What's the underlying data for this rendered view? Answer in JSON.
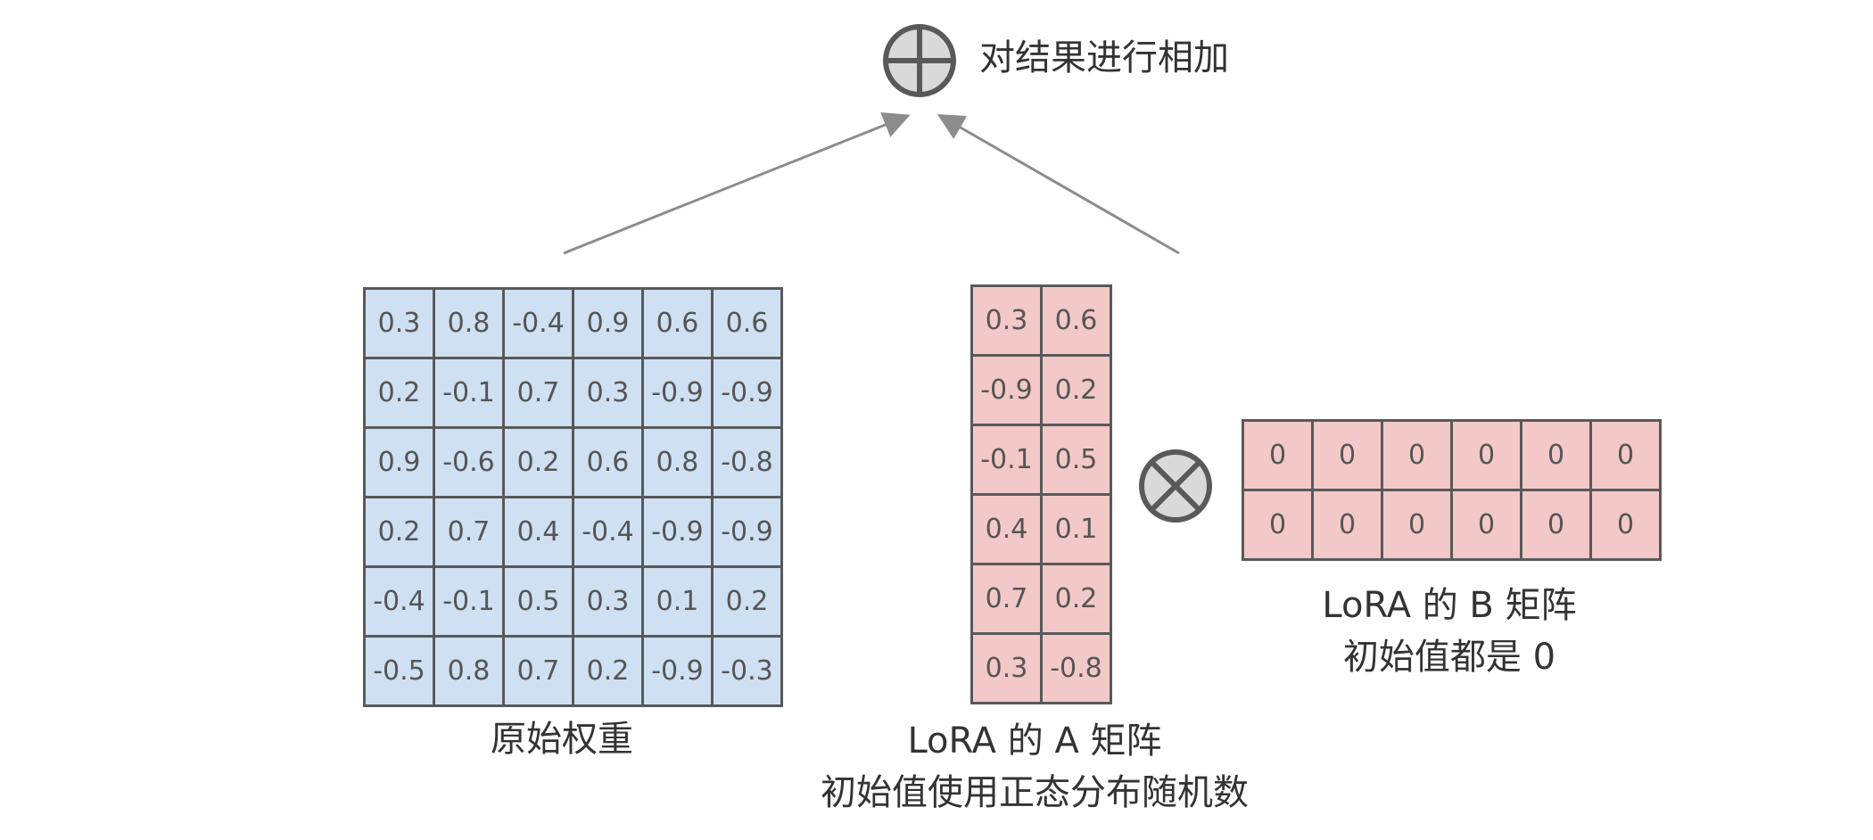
{
  "sum_label": "对结果进行相加",
  "original_weights": {
    "caption": "原始权重",
    "rows": [
      [
        "0.3",
        "0.8",
        "-0.4",
        "0.9",
        "0.6",
        "0.6"
      ],
      [
        "0.2",
        "-0.1",
        "0.7",
        "0.3",
        "-0.9",
        "-0.9"
      ],
      [
        "0.9",
        "-0.6",
        "0.2",
        "0.6",
        "0.8",
        "-0.8"
      ],
      [
        "0.2",
        "0.7",
        "0.4",
        "-0.4",
        "-0.9",
        "-0.9"
      ],
      [
        "-0.4",
        "-0.1",
        "0.5",
        "0.3",
        "0.1",
        "0.2"
      ],
      [
        "-0.5",
        "0.8",
        "0.7",
        "0.2",
        "-0.9",
        "-0.3"
      ]
    ],
    "fill_color": "#cfe0f3"
  },
  "lora_a": {
    "caption_line1": "LoRA 的 A 矩阵",
    "caption_line2": "初始值使用正态分布随机数",
    "rows": [
      [
        "0.3",
        "0.6"
      ],
      [
        "-0.9",
        "0.2"
      ],
      [
        "-0.1",
        "0.5"
      ],
      [
        "0.4",
        "0.1"
      ],
      [
        "0.7",
        "0.2"
      ],
      [
        "0.3",
        "-0.8"
      ]
    ],
    "fill_color": "#f3c8c8"
  },
  "lora_b": {
    "caption_line1": "LoRA 的 B 矩阵",
    "caption_line2": "初始值都是 0",
    "rows": [
      [
        "0",
        "0",
        "0",
        "0",
        "0",
        "0"
      ],
      [
        "0",
        "0",
        "0",
        "0",
        "0",
        "0"
      ]
    ],
    "fill_color": "#f3c8c8"
  },
  "icons": {
    "sum": "circled-plus-icon",
    "multiply": "circled-times-icon"
  },
  "colors": {
    "operator_fill": "#d9d9d9",
    "operator_stroke": "#595959",
    "arrow": "#8c8c8c"
  }
}
